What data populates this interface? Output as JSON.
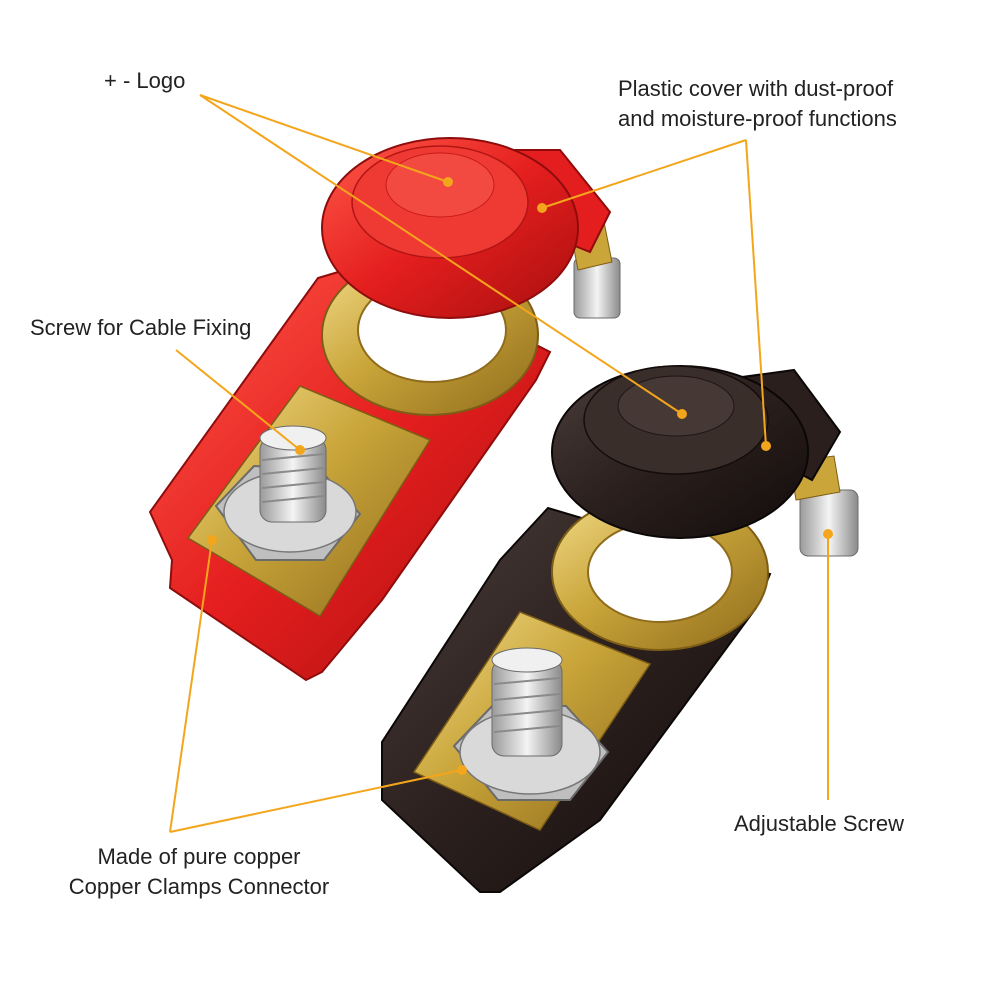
{
  "labels": {
    "logo": "+ - Logo",
    "cover_line1": "Plastic cover with dust-proof",
    "cover_line2": "and moisture-proof functions",
    "screw_fixing": "Screw for Cable Fixing",
    "adjustable_screw": "Adjustable Screw",
    "copper_line1": "Made of pure copper",
    "copper_line2": "Copper Clamps Connector"
  },
  "colors": {
    "callout_line": "#f3a51c",
    "red_terminal": "#e41e1e",
    "black_terminal": "#2a1f1d",
    "brass": "#c9a53a",
    "steel": "#d6d6d6"
  }
}
